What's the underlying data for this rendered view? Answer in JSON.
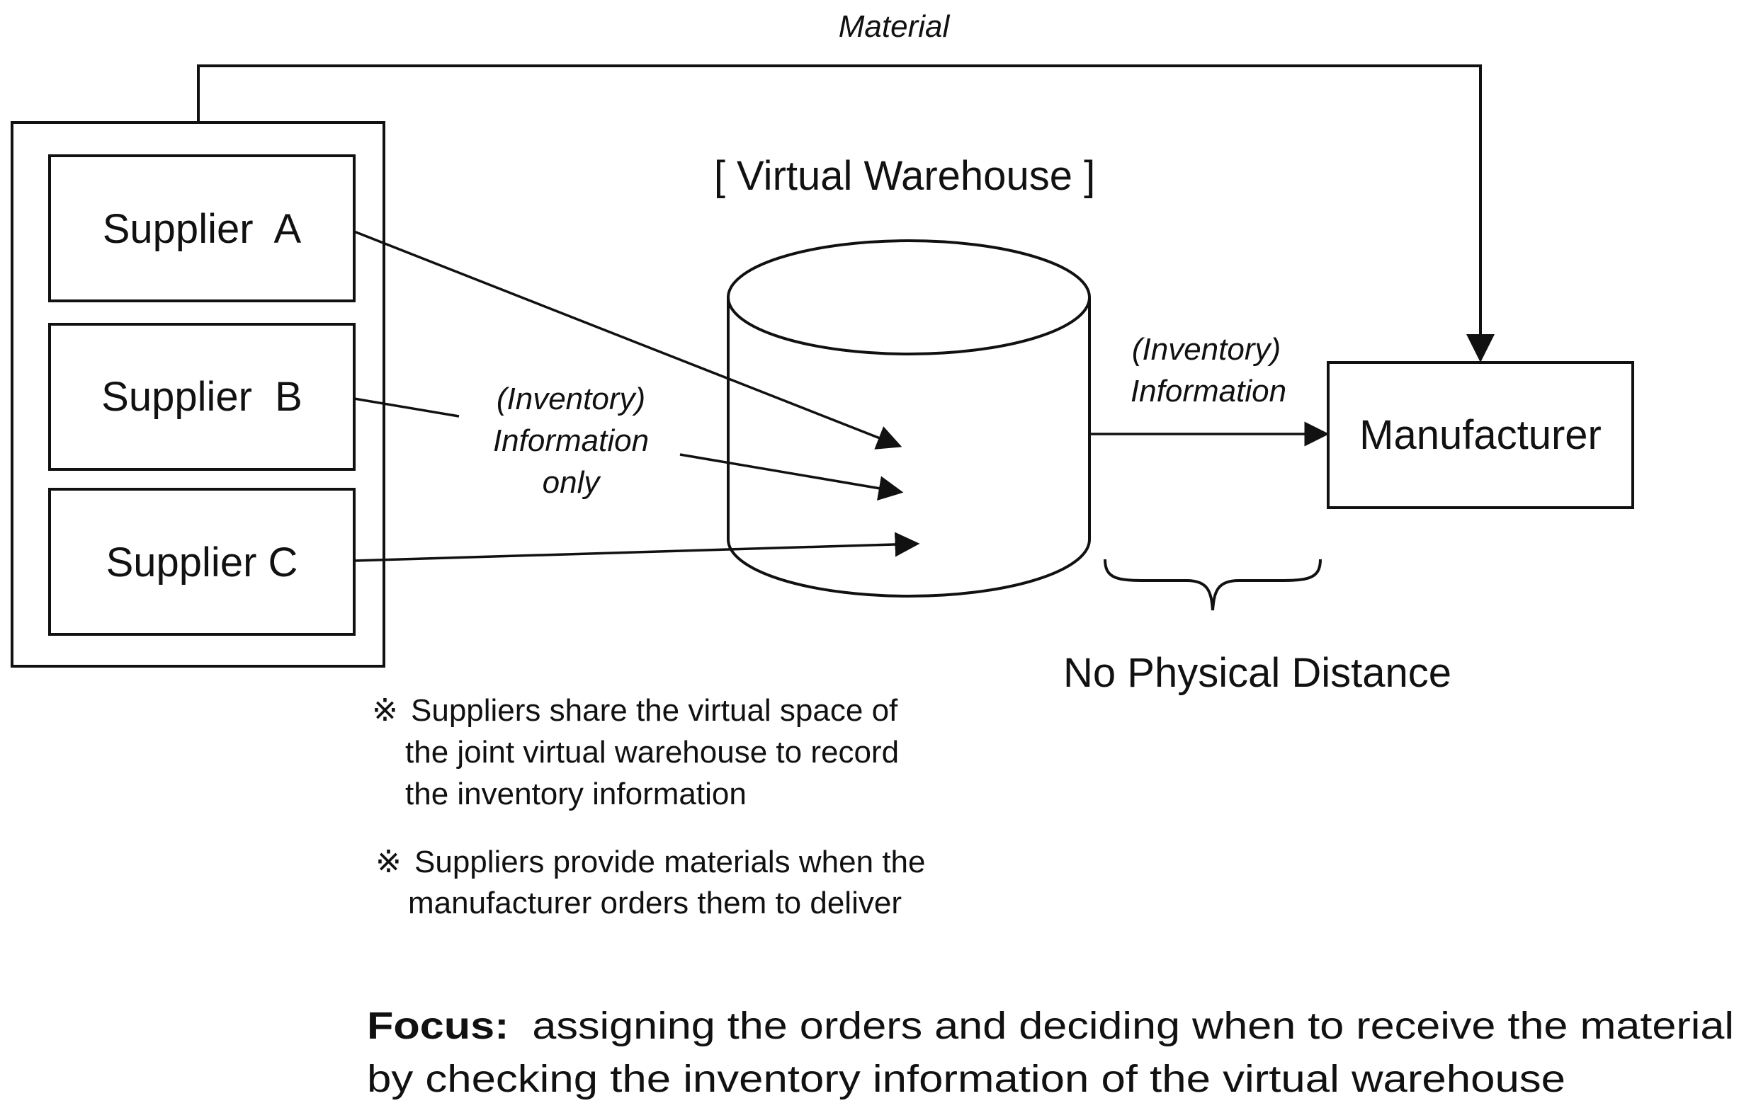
{
  "material_label": "Material",
  "virtual_warehouse_title": "[ Virtual Warehouse ]",
  "suppliers": [
    {
      "label": "Supplier  A"
    },
    {
      "label": "Supplier  B"
    },
    {
      "label": "Supplier C"
    }
  ],
  "supplier_info_label": [
    "(Inventory)",
    "Information",
    "only"
  ],
  "warehouse_info_label": [
    "(Inventory)",
    "Information"
  ],
  "manufacturer_label": "Manufacturer",
  "no_distance_label": "No Physical Distance",
  "notes": [
    {
      "symbol": "※",
      "lines": [
        "Suppliers share the virtual space of",
        "the joint virtual warehouse to record",
        "the inventory information"
      ]
    },
    {
      "symbol": "※",
      "lines": [
        "Suppliers provide materials when the",
        "manufacturer orders them to deliver"
      ]
    }
  ],
  "focus": {
    "heading": "Focus:",
    "line1": "assigning the orders and deciding when to receive the material",
    "line2": "by checking the inventory information of the virtual warehouse"
  }
}
